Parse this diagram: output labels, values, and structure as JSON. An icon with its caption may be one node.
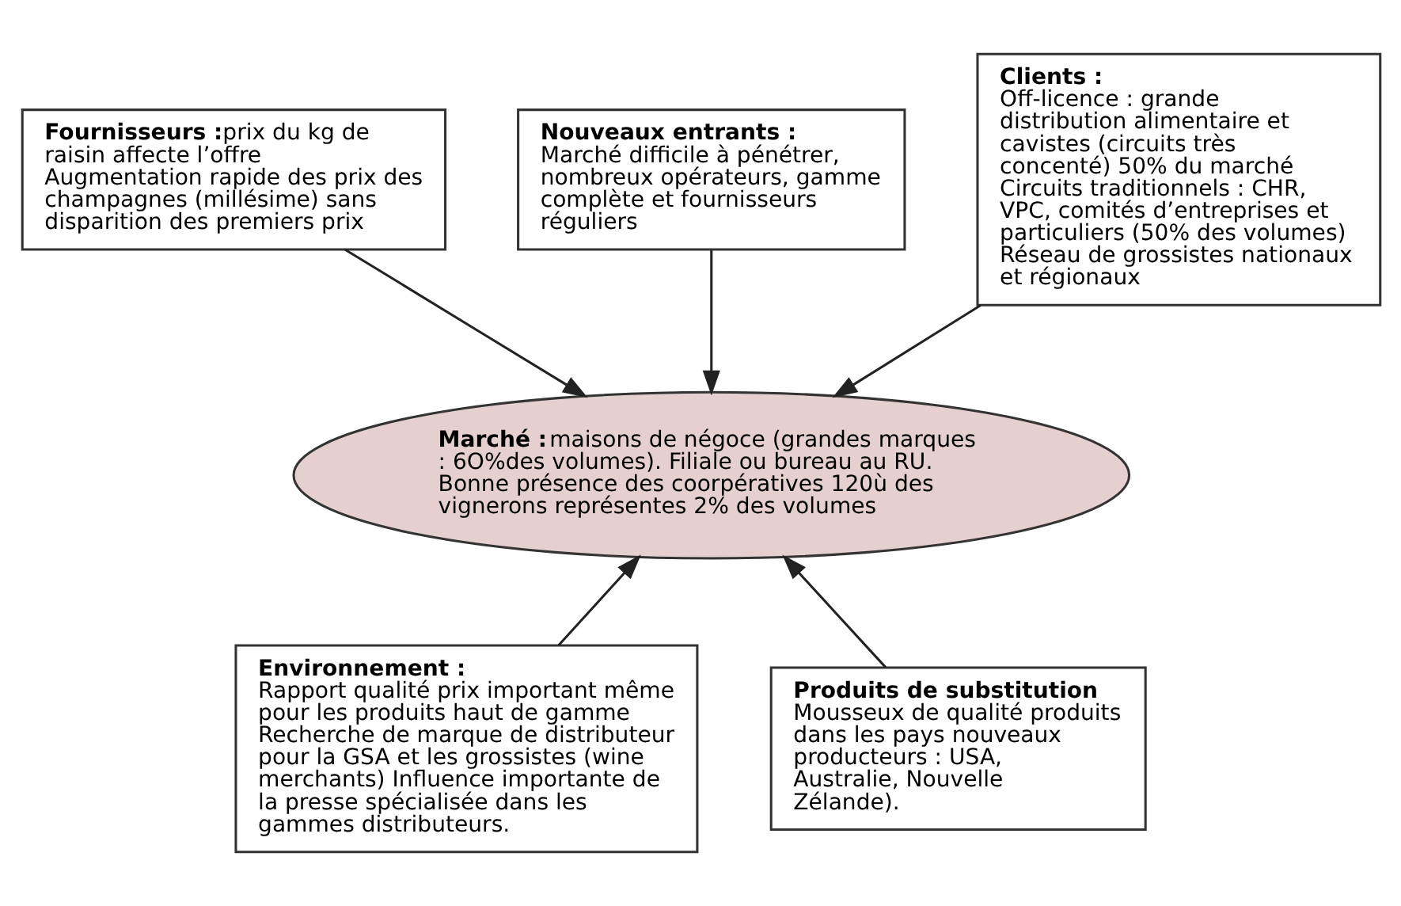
{
  "diagram": {
    "nodes": [
      {
        "text": [
          "Fournisseurs :",
          "prix du kg de raisin affecte l’offre Augmentation rapide des prix des champagnes (millésime) sans disparition des premiers prix"
        ]
      },
      {
        "text": [
          "Nouveaux entrants :",
          "Marché difficile à pénétrer, nombreux opérateurs, gamme complète et fournisseurs réguliers"
        ]
      },
      {
        "text": [
          "Clients :",
          "Off-licence : grande distribution alimentaire et cavistes (circuits très concenté) 50% du marché Circuits traditionnels : CHR, VPC, comités d’entreprises et particuliers (50% des volumes) Réseau de grossistes nationaux et régionaux"
        ]
      },
      {
        "text": [
          "Marché :",
          "maisons de négoce (grandes marques : 6O%des volumes). Filiale ou bureau au RU. Bonne présence des coorpératives 120ù des vignerons représentes 2% des volumes"
        ]
      },
      {
        "text": [
          "Environnement :",
          "Rapport qualité prix important même pour les produits haut de gamme Recherche de marque de distributeur pour la GSA et les grossistes (wine merchants) Influence importante de la presse spécialisée dans les gammes distributeurs."
        ]
      },
      {
        "text": [
          "Produits de substitution",
          "Mousseux de qualité produits dans les pays nouveaux producteurs : USA, Australie, Nouvelle Zélande)."
        ]
      }
    ],
    "edges": [
      {
        "from": 0,
        "to": 3,
        "arrow": "to"
      },
      {
        "from": 1,
        "to": 3,
        "arrow": "to"
      },
      {
        "from": 2,
        "to": 3,
        "arrow": "to"
      },
      {
        "from": 4,
        "to": 3,
        "arrow": "to"
      },
      {
        "from": 5,
        "to": 3,
        "arrow": "to"
      }
    ]
  }
}
